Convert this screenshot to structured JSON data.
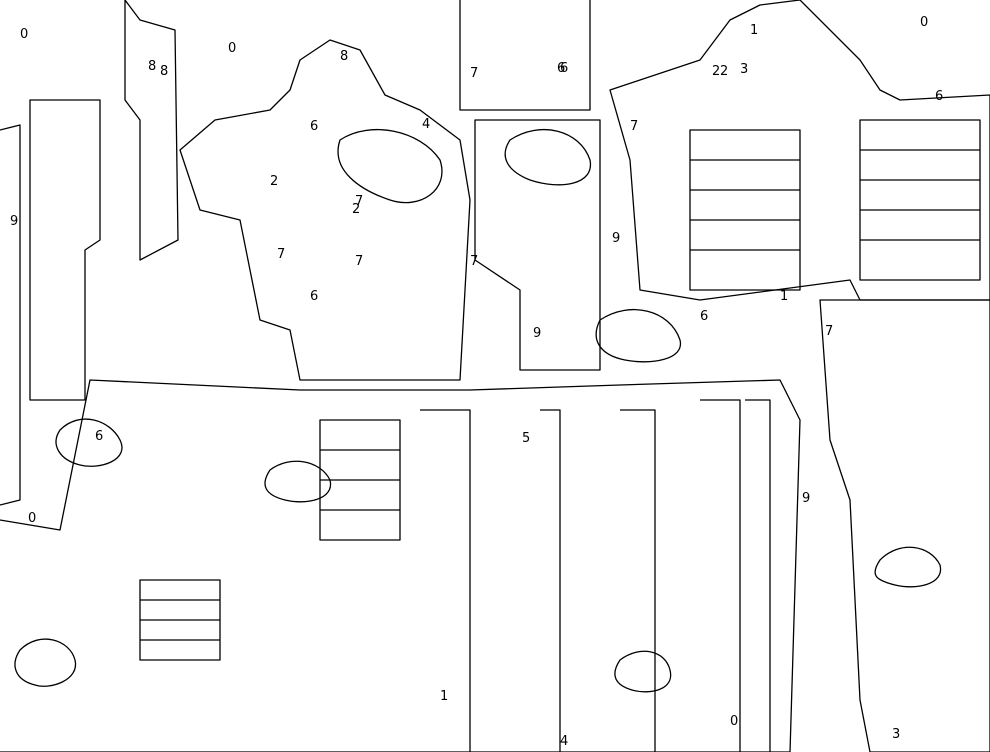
{
  "artwork": {
    "subject": "city-skyline-paint-by-number",
    "line_color": "#000000",
    "background_color": "#ffffff"
  },
  "region_labels": [
    "0",
    "1",
    "2",
    "3",
    "4",
    "5",
    "6",
    "7",
    "8",
    "9",
    "2",
    "7",
    "6",
    "6",
    "7",
    "0",
    "8",
    "9",
    "0",
    "6",
    "6",
    "7",
    "1",
    "4",
    "9",
    "7",
    "0",
    "6",
    "3",
    "2",
    "7",
    "9",
    "0",
    "1",
    "6",
    "7",
    "8",
    "2"
  ]
}
